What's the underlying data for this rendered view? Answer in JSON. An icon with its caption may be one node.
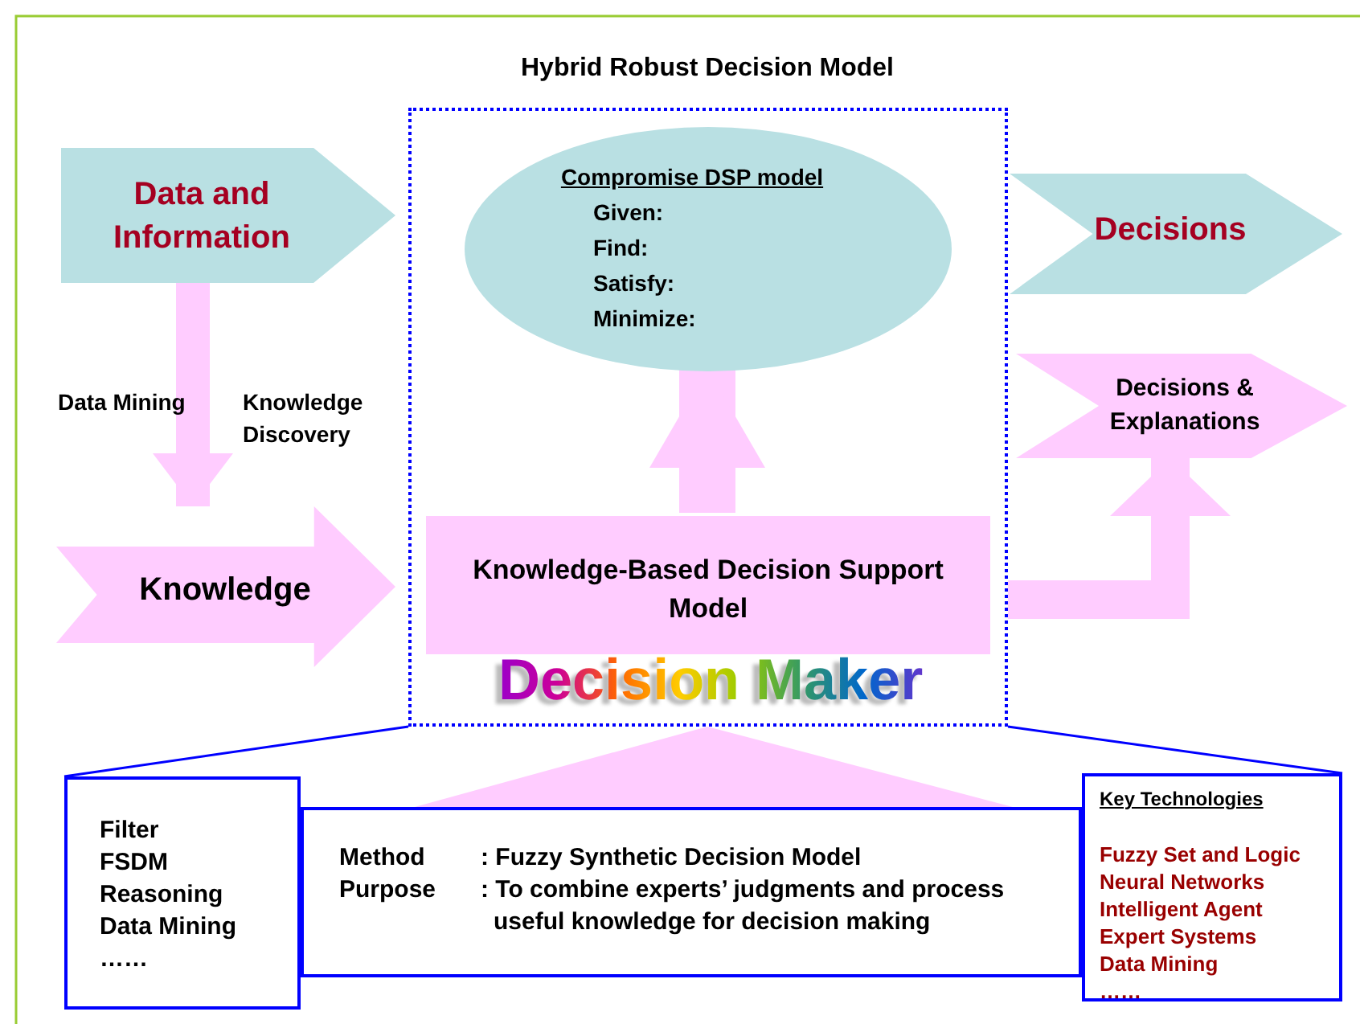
{
  "diagram": {
    "title": "Hybrid Robust Decision Model",
    "nodes": [
      {
        "text": [
          "Decision Maker"
        ]
      },
      {
        "text": [
          "Compromise DSP model",
          "Given:",
          "Find:",
          "Satisfy:",
          "Minimize:"
        ],
        "in": 0
      },
      {
        "text": [
          "Knowledge-Based Decision Support Model"
        ],
        "in": 0
      },
      {
        "text": [
          "Data and Information"
        ]
      },
      {
        "text": [
          "Knowledge"
        ]
      },
      {
        "text": [
          "Decisions"
        ]
      },
      {
        "text": [
          "Decisions & Explanations"
        ]
      },
      {
        "text": [
          "Filter",
          "FSDM",
          "Reasoning",
          "Data Mining",
          "……"
        ]
      },
      {
        "text": [
          "Method",
          ": Fuzzy Synthetic Decision Model",
          "Purpose",
          ": To combine experts’ judgments and process useful knowledge for decision making"
        ]
      },
      {
        "text": [
          "Key Technologies",
          "Fuzzy Set and Logic",
          "Neural Networks",
          "Intelligent Agent",
          "Expert Systems",
          "Data Mining",
          "……"
        ]
      }
    ],
    "edges": [
      {
        "from": 3,
        "to": 4,
        "arrow": "to"
      },
      {
        "from": 2,
        "to": 1,
        "arrow": "to"
      },
      {
        "from": 0,
        "to": 6,
        "arrow": "to"
      },
      {
        "from": 8,
        "to": 0,
        "arrow": "to"
      },
      {
        "from": 0,
        "to": 7,
        "arrow": "none",
        "color": "#0000ff"
      },
      {
        "from": 0,
        "to": 9,
        "arrow": "none",
        "color": "#0000ff"
      }
    ],
    "labels": [
      "Data Mining",
      "Knowledge Discovery"
    ]
  }
}
